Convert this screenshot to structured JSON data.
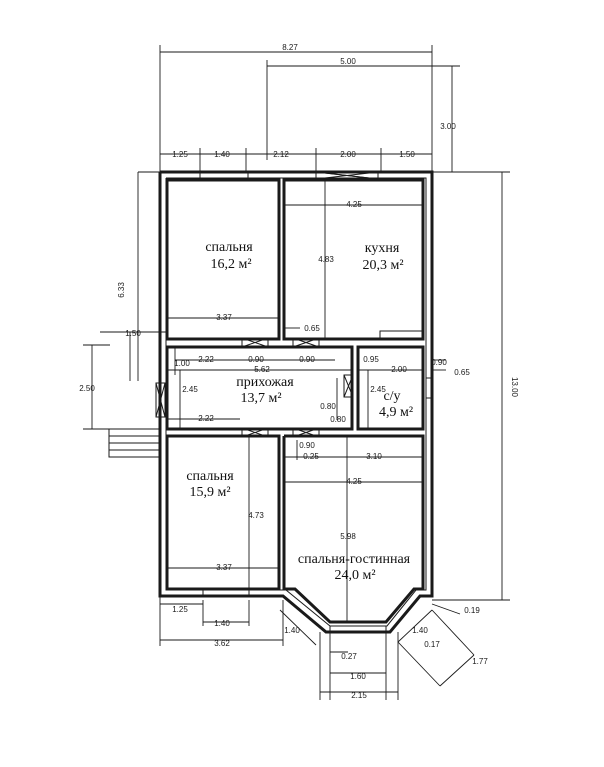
{
  "rooms": {
    "bedroom1": {
      "name": "спальня",
      "area": "16,2 м²"
    },
    "kitchen": {
      "name": "кухня",
      "area": "20,3 м²"
    },
    "hall": {
      "name": "прихожая",
      "area": "13,7 м²"
    },
    "bath": {
      "name": "с/у",
      "area": "4,9 м²"
    },
    "bedroom2": {
      "name": "спальня",
      "area": "15,9 м²"
    },
    "living": {
      "name": "спальня-гостинная",
      "area": "24,0 м²"
    }
  },
  "dimensions": {
    "total_width": "8.27",
    "top_ext_width": "5.00",
    "top_ext_height": "3.00",
    "top_seg_1": "1.25",
    "top_seg_2": "1.40",
    "top_seg_3": "2.12",
    "top_seg_4": "2.00",
    "top_seg_5": "1.50",
    "left_upper": "6.33",
    "left_entry": "1.50",
    "left_porch": "2.50",
    "right_total": "13.00",
    "kitchen_width": "4.25",
    "kitchen_height": "4.83",
    "bedroom1_width": "3.37",
    "kitchen_door": "0.65",
    "hall_top_left": "2.22",
    "hall_door_1": "0.90",
    "hall_door_2": "0.90",
    "hall_small": "1.00",
    "hall_height": "2.45",
    "hall_width": "5.62",
    "hall_bottom": "2.22",
    "hall_inner_1": "0.80",
    "hall_inner_2": "0.80",
    "bath_door": "0.95",
    "bath_width": "2.00",
    "bath_height": "2.45",
    "bath_win_1": "0.90",
    "bath_win_2": "0.65",
    "living_door": "0.90",
    "living_offset": "0.25",
    "living_top": "3.10",
    "living_width": "4.25",
    "bedroom2_height": "4.73",
    "bedroom2_width": "3.37",
    "living_height": "5.98",
    "bottom_seg_1": "1.25",
    "bottom_seg_2": "1.40",
    "bottom_total": "3.62",
    "bay_side_left": "1.40",
    "bay_side_right": "1.40",
    "bay_inset": "0.27",
    "bay_window": "1.60",
    "bay_front": "2.15",
    "bay_corner_1": "0.19",
    "bay_corner_2": "0.17",
    "bay_depth": "1.77"
  }
}
